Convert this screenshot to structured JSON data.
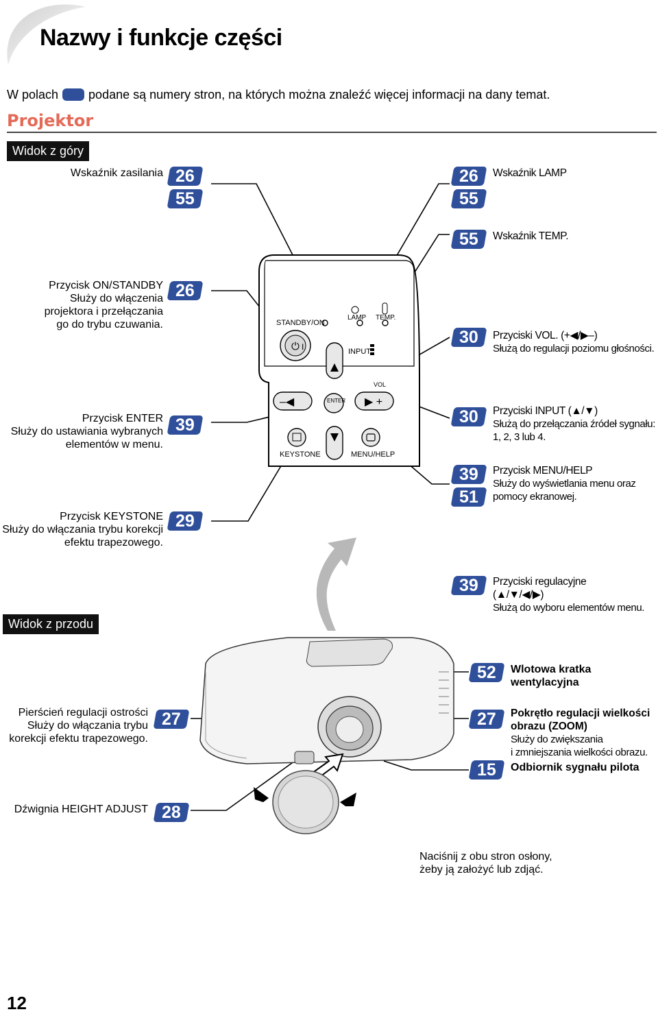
{
  "title": "Nazwy i funkcje części",
  "intro": {
    "before": "W polach",
    "after": "podane są numery stron, na których można znaleźć więcej informacji na dany temat."
  },
  "section": "Projektor",
  "top_view": {
    "tag": "Widok z góry",
    "left": [
      {
        "lines": [
          "Wskaźnik zasilania"
        ],
        "pages": [
          "26",
          "55"
        ]
      },
      {
        "lines": [
          "Przycisk ON/STANDBY",
          "Służy do włączenia",
          "projektora i przełączania",
          "go do trybu czuwania."
        ],
        "pages": [
          "26"
        ]
      },
      {
        "lines": [
          "Przycisk ENTER",
          "Służy do ustawiania wybranych",
          "elementów w menu."
        ],
        "pages": [
          "39"
        ]
      },
      {
        "lines": [
          "Przycisk KEYSTONE",
          "Służy do włączania trybu korekcji",
          "efektu trapezowego."
        ],
        "pages": [
          "29"
        ]
      }
    ],
    "right": [
      {
        "lines": [
          "Wskaźnik LAMP"
        ],
        "pages": [
          "26",
          "55"
        ]
      },
      {
        "lines": [
          "Wskaźnik TEMP."
        ],
        "pages": [
          "55"
        ]
      },
      {
        "lines": [
          "Przyciski VOL. (+◀/▶–)",
          "Służą do regulacji poziomu głośności."
        ],
        "pages": [
          "30"
        ]
      },
      {
        "lines": [
          "Przyciski INPUT (▲/▼)",
          "Służą do przełączania źródeł sygnału:",
          "1, 2, 3 lub 4."
        ],
        "pages": [
          "30"
        ]
      },
      {
        "lines": [
          "Przycisk MENU/HELP",
          "Służy do wyświetlania menu oraz",
          "pomocy ekranowej."
        ],
        "pages": [
          "39",
          "51"
        ]
      },
      {
        "lines": [
          "Przyciski regulacyjne",
          "(▲/▼/◀/▶)",
          "Służą do wyboru elementów menu."
        ],
        "pages": [
          "39"
        ]
      }
    ],
    "panel": {
      "standby": "STANDBY/ON",
      "lamp": "LAMP",
      "temp": "TEMP.",
      "input": "INPUT",
      "vol": "VOL",
      "enter": "ENTER",
      "keystone": "KEYSTONE",
      "menu": "MENU/HELP"
    }
  },
  "front_view": {
    "tag": "Widok z przodu",
    "left": [
      {
        "lines": [
          "Pierścień regulacji ostrości",
          "Służy do włączania trybu",
          "korekcji efektu trapezowego."
        ],
        "pages": [
          "27"
        ]
      },
      {
        "lines": [
          "Dźwignia HEIGHT ADJUST"
        ],
        "pages": [
          "28"
        ]
      }
    ],
    "right": [
      {
        "lines": [
          "Wlotowa kratka",
          "wentylacyjna"
        ],
        "pages": [
          "52"
        ]
      },
      {
        "lines": [
          "Pokrętło regulacji wielkości",
          "obrazu (ZOOM)",
          "Służy do zwiększania",
          "i zmniejszania wielkości obrazu."
        ],
        "pages": [
          "27"
        ]
      },
      {
        "lines": [
          "Odbiornik sygnału pilota"
        ],
        "pages": [
          "15"
        ]
      }
    ],
    "cap_note": [
      "Naciśnij z obu stron osłony,",
      "żeby ją założyć lub zdjąć."
    ]
  },
  "page_number": "12",
  "colors": {
    "badge": "#2f4f9a",
    "section": "#e46a57"
  }
}
